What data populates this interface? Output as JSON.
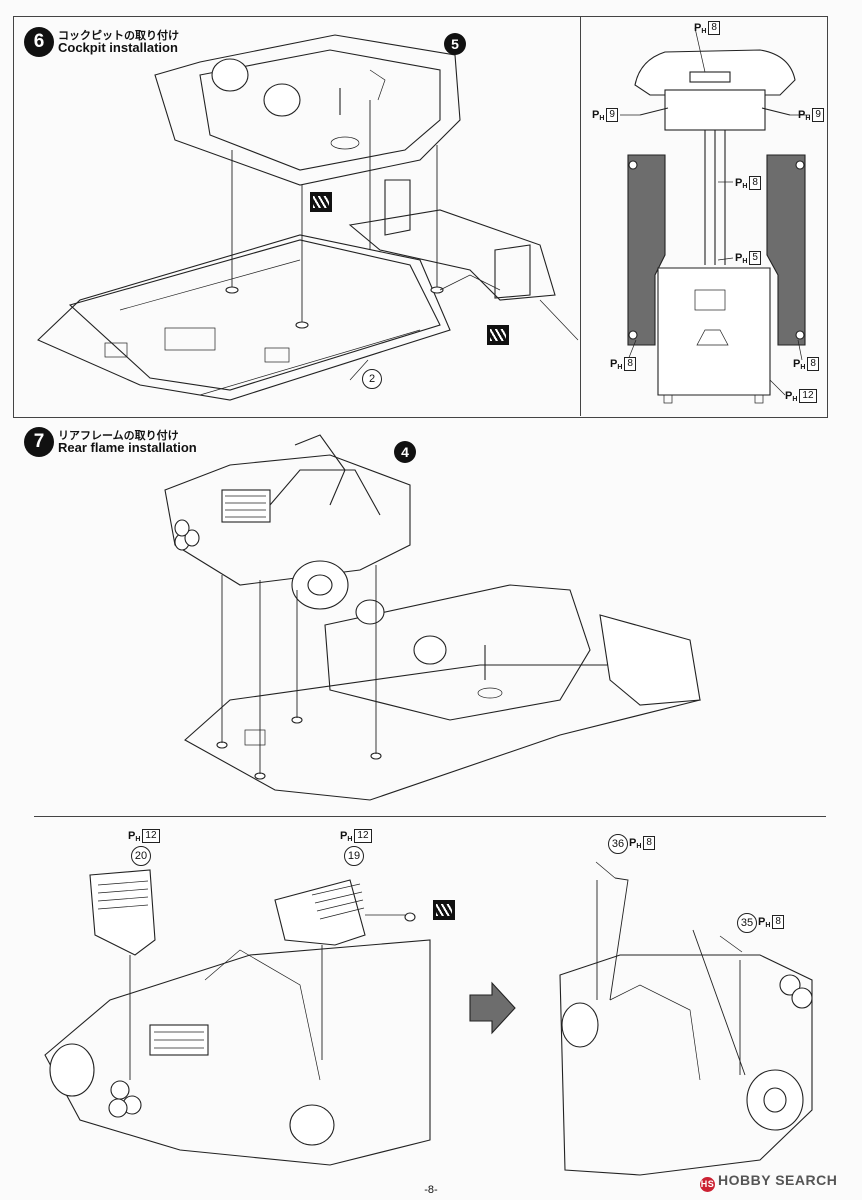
{
  "step6": {
    "number": "6",
    "title_jp": "コックピットの取り付け",
    "title_en": "Cockpit installation",
    "callout": "5",
    "part_number": "2"
  },
  "step6_side": {
    "labels": [
      {
        "prefix": "P",
        "sub": "H",
        "num": "8"
      },
      {
        "prefix": "P",
        "sub": "H",
        "num": "9"
      },
      {
        "prefix": "P",
        "sub": "H",
        "num": "9"
      },
      {
        "prefix": "P",
        "sub": "H",
        "num": "8"
      },
      {
        "prefix": "P",
        "sub": "H",
        "num": "5"
      },
      {
        "prefix": "P",
        "sub": "H",
        "num": "8"
      },
      {
        "prefix": "P",
        "sub": "H",
        "num": "8"
      },
      {
        "prefix": "P",
        "sub": "H",
        "num": "12"
      }
    ]
  },
  "step7": {
    "number": "7",
    "title_jp": "リアフレームの取り付け",
    "title_en": "Rear flame installation",
    "callout": "4"
  },
  "bottom": {
    "left_parts": [
      {
        "part": "20",
        "prefix": "P",
        "sub": "H",
        "num": "12"
      },
      {
        "part": "19",
        "prefix": "P",
        "sub": "H",
        "num": "12"
      }
    ],
    "right_parts": [
      {
        "part": "36",
        "prefix": "P",
        "sub": "H",
        "num": "8"
      },
      {
        "part": "35",
        "prefix": "P",
        "sub": "H",
        "num": "8"
      }
    ]
  },
  "footer": {
    "page": "-8-",
    "watermark": "HOBBY SEARCH",
    "watermark_logo": "HS"
  }
}
